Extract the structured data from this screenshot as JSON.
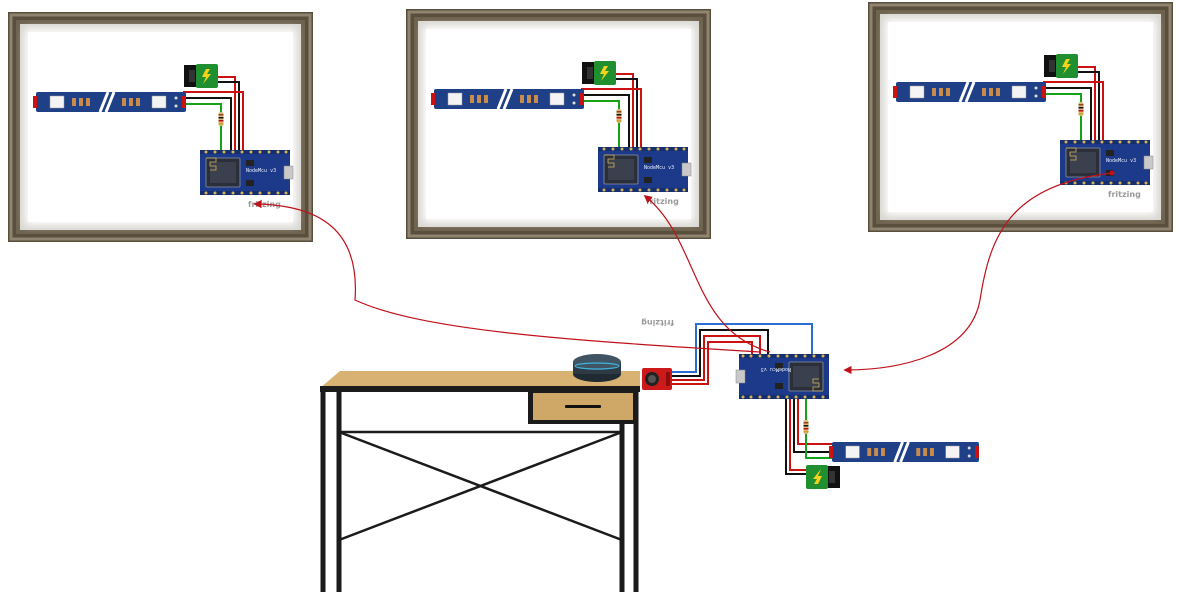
{
  "diagram": {
    "frames": [
      {
        "id": "frame-left",
        "fritzing_label": "fritzing",
        "board_label": "NodeMcu v3"
      },
      {
        "id": "frame-center",
        "fritzing_label": "fritzing",
        "board_label": "NodeMcu v3"
      },
      {
        "id": "frame-right",
        "fritzing_label": "fritzing",
        "board_label": "NodeMcu v3"
      }
    ],
    "center": {
      "fritzing_label": "fritzing",
      "board_label": "NodeMcu v3"
    },
    "colors": {
      "frame_outer": "#5a4e3c",
      "frame_inner": "#8f8470",
      "board": "#1d3a8a",
      "strip": "#1f3f86",
      "wire_red": "#cc1111",
      "wire_black": "#111111",
      "wire_green": "#17a317",
      "wire_blue": "#2a6fd6",
      "arrow": "#c0111b",
      "desk_wood": "#cfa766",
      "desk_frame": "#1b1b1b",
      "speaker": "#2d3a44",
      "speaker_ring": "#3fb4dd"
    },
    "icons": [
      "power-jack-icon",
      "led-strip-icon",
      "microcontroller-icon",
      "resistor-icon",
      "smart-speaker-icon",
      "microphone-module-icon",
      "desk-icon"
    ]
  }
}
